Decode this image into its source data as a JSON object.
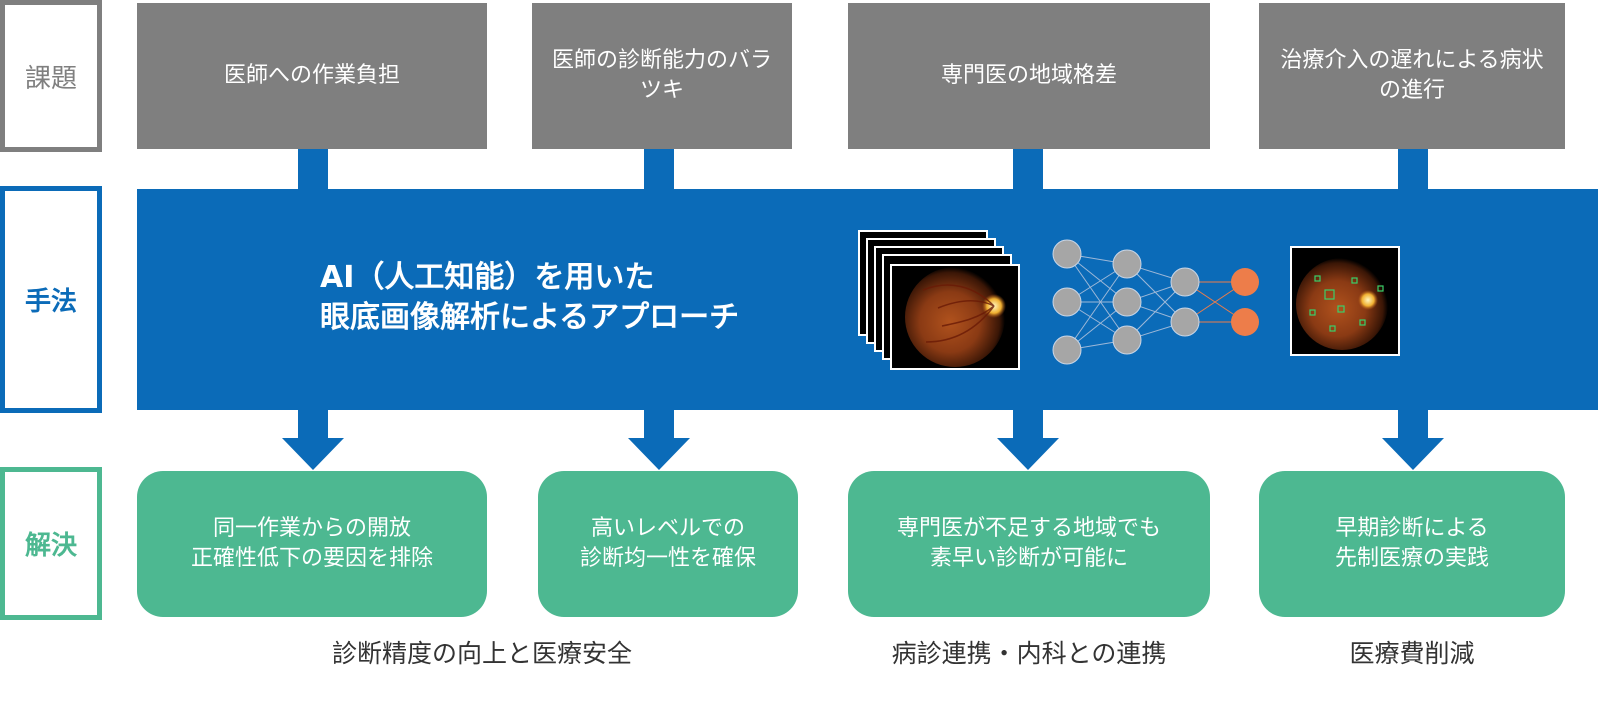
{
  "rows": {
    "problem_label": "課題",
    "method_label": "手法",
    "solution_label": "解決"
  },
  "problems": [
    "医師への作業負担",
    "医師の診断能力のバラツキ",
    "専門医の地域格差",
    "治療介入の遅れによる病状の進行"
  ],
  "method": {
    "title_line1": "AI（人工知能）を用いた",
    "title_line2": "眼底画像解析によるアプローチ"
  },
  "solutions": [
    {
      "line1": "同一作業からの開放",
      "line2": "正確性低下の要因を排除"
    },
    {
      "line1": "高いレベルでの",
      "line2": "診断均一性を確保"
    },
    {
      "line1": "専門医が不足する地域でも",
      "line2": "素早い診断が可能に"
    },
    {
      "line1": "早期診断による",
      "line2": "先制医療の実践"
    }
  ],
  "outcomes": [
    "診断精度の向上と医療安全",
    "病診連携・内科との連携",
    "医療費削減"
  ],
  "colors": {
    "problem": "#7f7f7f",
    "method": "#0b6bb8",
    "solution": "#4db891",
    "nn_node": "#a6a6a6",
    "nn_output": "#ed7d4a"
  }
}
